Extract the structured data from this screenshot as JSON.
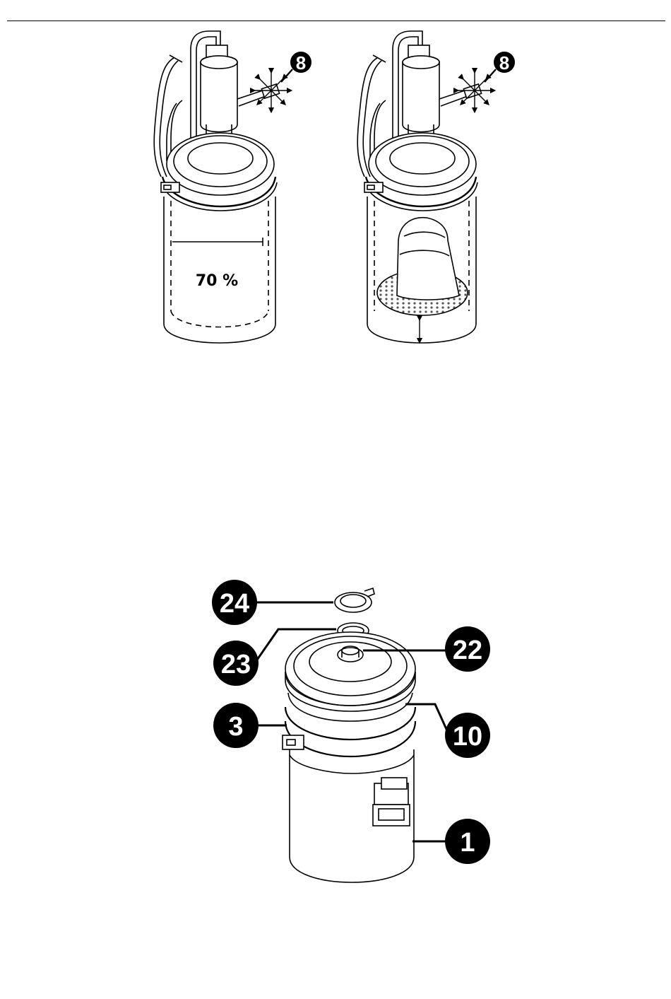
{
  "figure_top": {
    "left_callout": "8",
    "right_callout": "8",
    "fill_level_label": "70 %"
  },
  "figure_bottom": {
    "callouts": {
      "c24": "24",
      "c23": "23",
      "c22": "22",
      "c3": "3",
      "c10": "10",
      "c1": "1"
    }
  }
}
